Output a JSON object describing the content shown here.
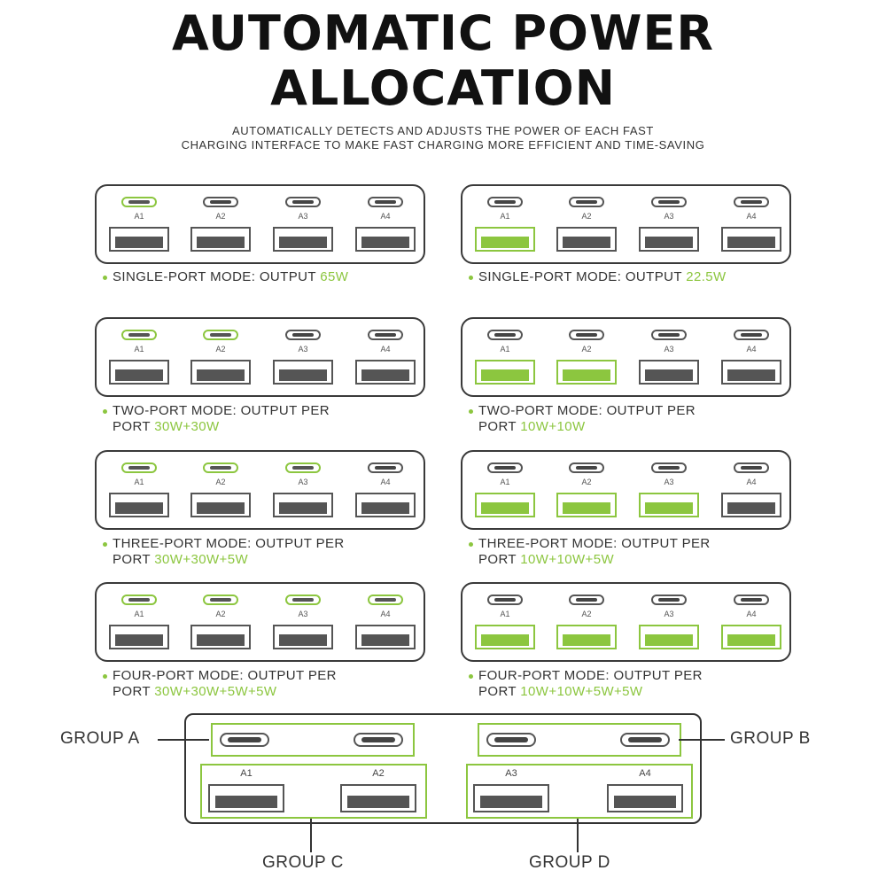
{
  "header": {
    "title_line1": "AUTOMATIC POWER",
    "title_line2": "ALLOCATION",
    "subtitle_line1": "AUTOMATICALLY DETECTS AND ADJUSTS THE POWER OF EACH FAST",
    "subtitle_line2": "CHARGING INTERFACE TO MAKE FAST CHARGING MORE EFFICIENT AND TIME-SAVING"
  },
  "port_labels": [
    "A1",
    "A2",
    "A3",
    "A4"
  ],
  "colors": {
    "accent": "#8cc63f",
    "text": "#333333",
    "outline": "#3a3a3a"
  },
  "modes": [
    {
      "caption_line1": "SINGLE-PORT MODE: OUTPUT ",
      "caption_line2": "",
      "value": "65W",
      "active": "c",
      "count": 1
    },
    {
      "caption_line1": "SINGLE-PORT MODE: OUTPUT ",
      "caption_line2": "",
      "value": "22.5W",
      "active": "a",
      "count": 1
    },
    {
      "caption_line1": "TWO-PORT MODE: OUTPUT PER",
      "caption_line2": "PORT ",
      "value": "30W+30W",
      "active": "c",
      "count": 2
    },
    {
      "caption_line1": "TWO-PORT MODE: OUTPUT PER",
      "caption_line2": "PORT ",
      "value": "10W+10W",
      "active": "a",
      "count": 2
    },
    {
      "caption_line1": "THREE-PORT MODE: OUTPUT PER",
      "caption_line2": "PORT ",
      "value": "30W+30W+5W",
      "active": "c",
      "count": 3
    },
    {
      "caption_line1": "THREE-PORT MODE: OUTPUT PER",
      "caption_line2": "PORT ",
      "value": "10W+10W+5W",
      "active": "a",
      "count": 3
    },
    {
      "caption_line1": "FOUR-PORT MODE: OUTPUT PER",
      "caption_line2": "PORT ",
      "value": "30W+30W+5W+5W",
      "active": "c",
      "count": 4
    },
    {
      "caption_line1": "FOUR-PORT MODE: OUTPUT PER",
      "caption_line2": "PORT ",
      "value": "10W+10W+5W+5W",
      "active": "a",
      "count": 4
    }
  ],
  "groups": {
    "group_a": "GROUP A",
    "group_b": "GROUP B",
    "group_c": "GROUP C",
    "group_d": "GROUP D"
  }
}
